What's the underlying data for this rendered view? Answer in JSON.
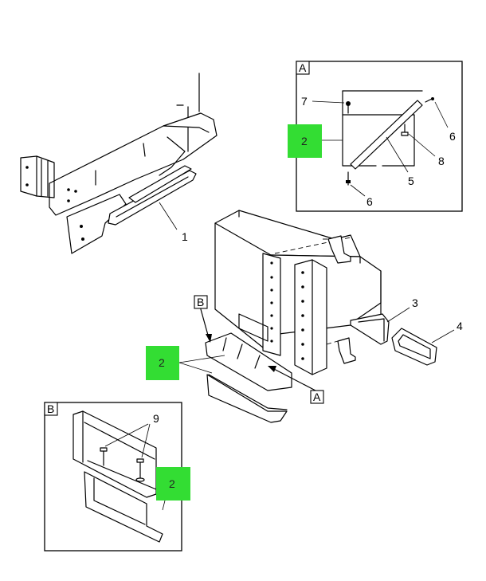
{
  "diagram": {
    "callouts": {
      "c1": "1",
      "c3": "3",
      "c4": "4",
      "c5": "5",
      "c6a": "6",
      "c6b": "6",
      "c7": "7",
      "c8": "8",
      "c9": "9"
    },
    "highlights": {
      "h_a": "2",
      "h_main": "2",
      "h_b": "2"
    },
    "views": {
      "view_a": "A",
      "view_b": "B",
      "ref_a": "A",
      "ref_b": "B"
    },
    "colors": {
      "highlight": "#33dd33",
      "line": "#000000"
    }
  }
}
